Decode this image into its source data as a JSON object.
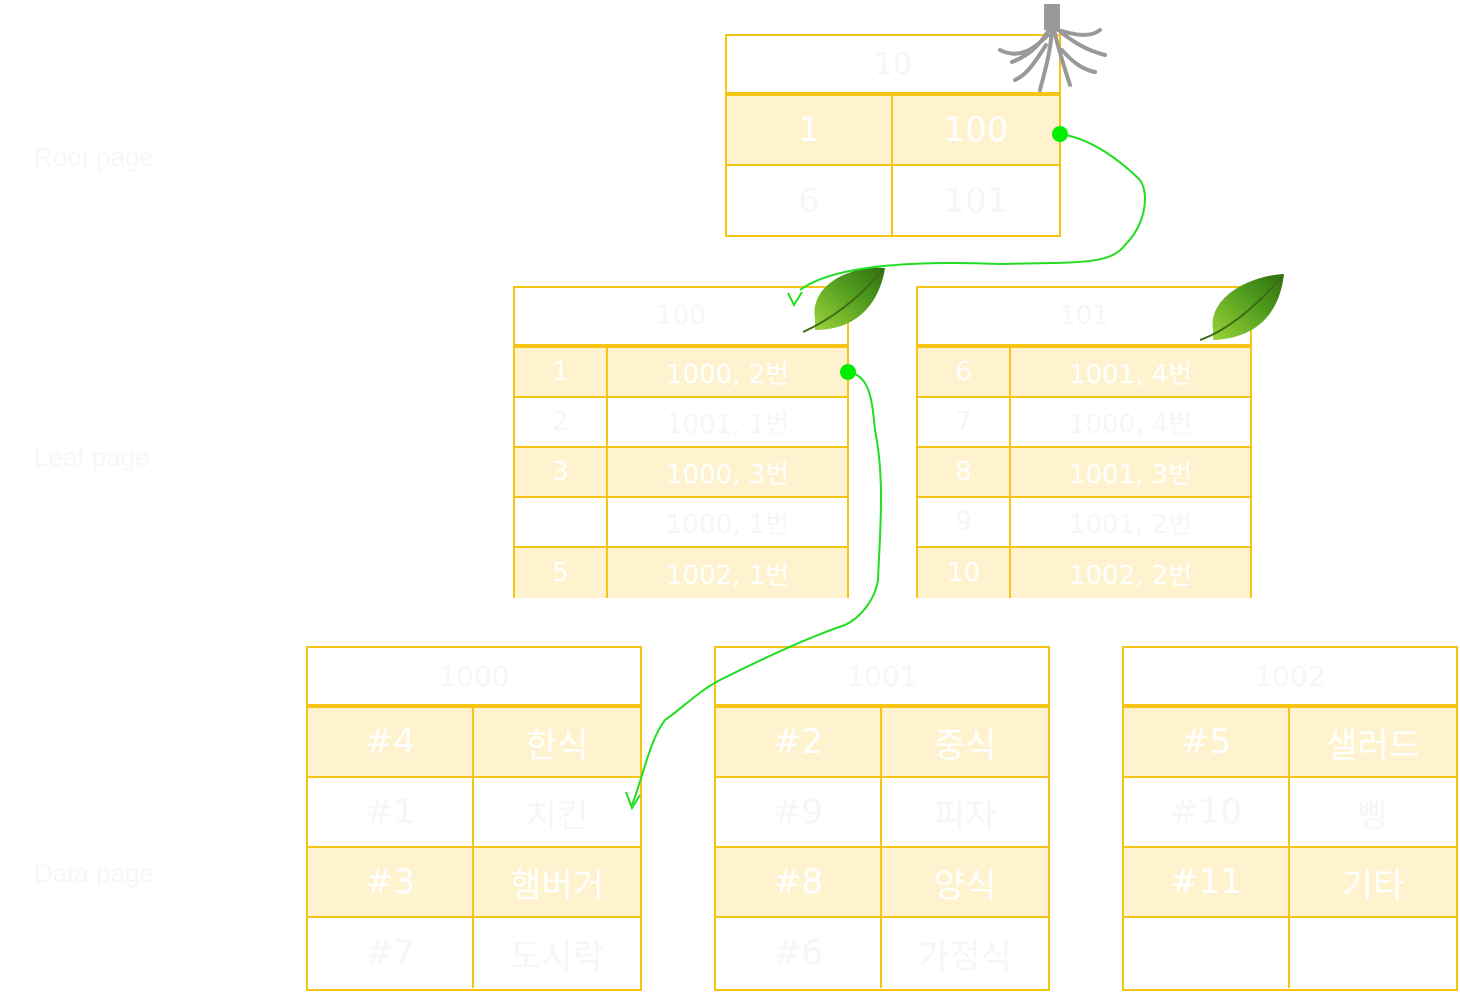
{
  "labels": {
    "root": "Root page",
    "branch": "Leaf page",
    "leaf": "Data page"
  },
  "root": {
    "page_no": "10",
    "rows": [
      {
        "key": "1",
        "page": "100"
      },
      {
        "key": "6",
        "page": "101"
      }
    ]
  },
  "branches": [
    {
      "page_no": "100",
      "rows": [
        {
          "key": "1",
          "ref": "1000, 2번"
        },
        {
          "key": "2",
          "ref": "1001, 1번"
        },
        {
          "key": "3",
          "ref": "1000, 3번"
        },
        {
          "key": "",
          "ref": "1000, 1번"
        },
        {
          "key": "5",
          "ref": "1002, 1번"
        }
      ]
    },
    {
      "page_no": "101",
      "rows": [
        {
          "key": "6",
          "ref": "1001, 4번"
        },
        {
          "key": "7",
          "ref": "1000, 4번"
        },
        {
          "key": "8",
          "ref": "1001, 3번"
        },
        {
          "key": "9",
          "ref": "1001, 2번"
        },
        {
          "key": "10",
          "ref": "1002, 2번"
        }
      ]
    }
  ],
  "leaves": [
    {
      "page_no": "1000",
      "rows": [
        {
          "id": "#4",
          "name": "한식"
        },
        {
          "id": "#1",
          "name": "치킨"
        },
        {
          "id": "#3",
          "name": "햄버거"
        },
        {
          "id": "#7",
          "name": "도시락"
        }
      ]
    },
    {
      "page_no": "1001",
      "rows": [
        {
          "id": "#2",
          "name": "중식"
        },
        {
          "id": "#9",
          "name": "피자"
        },
        {
          "id": "#8",
          "name": "양식"
        },
        {
          "id": "#6",
          "name": "가정식"
        }
      ]
    },
    {
      "page_no": "1002",
      "rows": [
        {
          "id": "#5",
          "name": "샐러드"
        },
        {
          "id": "#10",
          "name": "빵"
        },
        {
          "id": "#11",
          "name": "기타"
        },
        {
          "id": "",
          "name": ""
        }
      ]
    }
  ],
  "colors": {
    "border": "#f6c413",
    "highlight": "#fff3cf",
    "pointer": "#00ee00"
  },
  "icons": {
    "root": "root-icon",
    "leaf": "leaf-icon"
  }
}
